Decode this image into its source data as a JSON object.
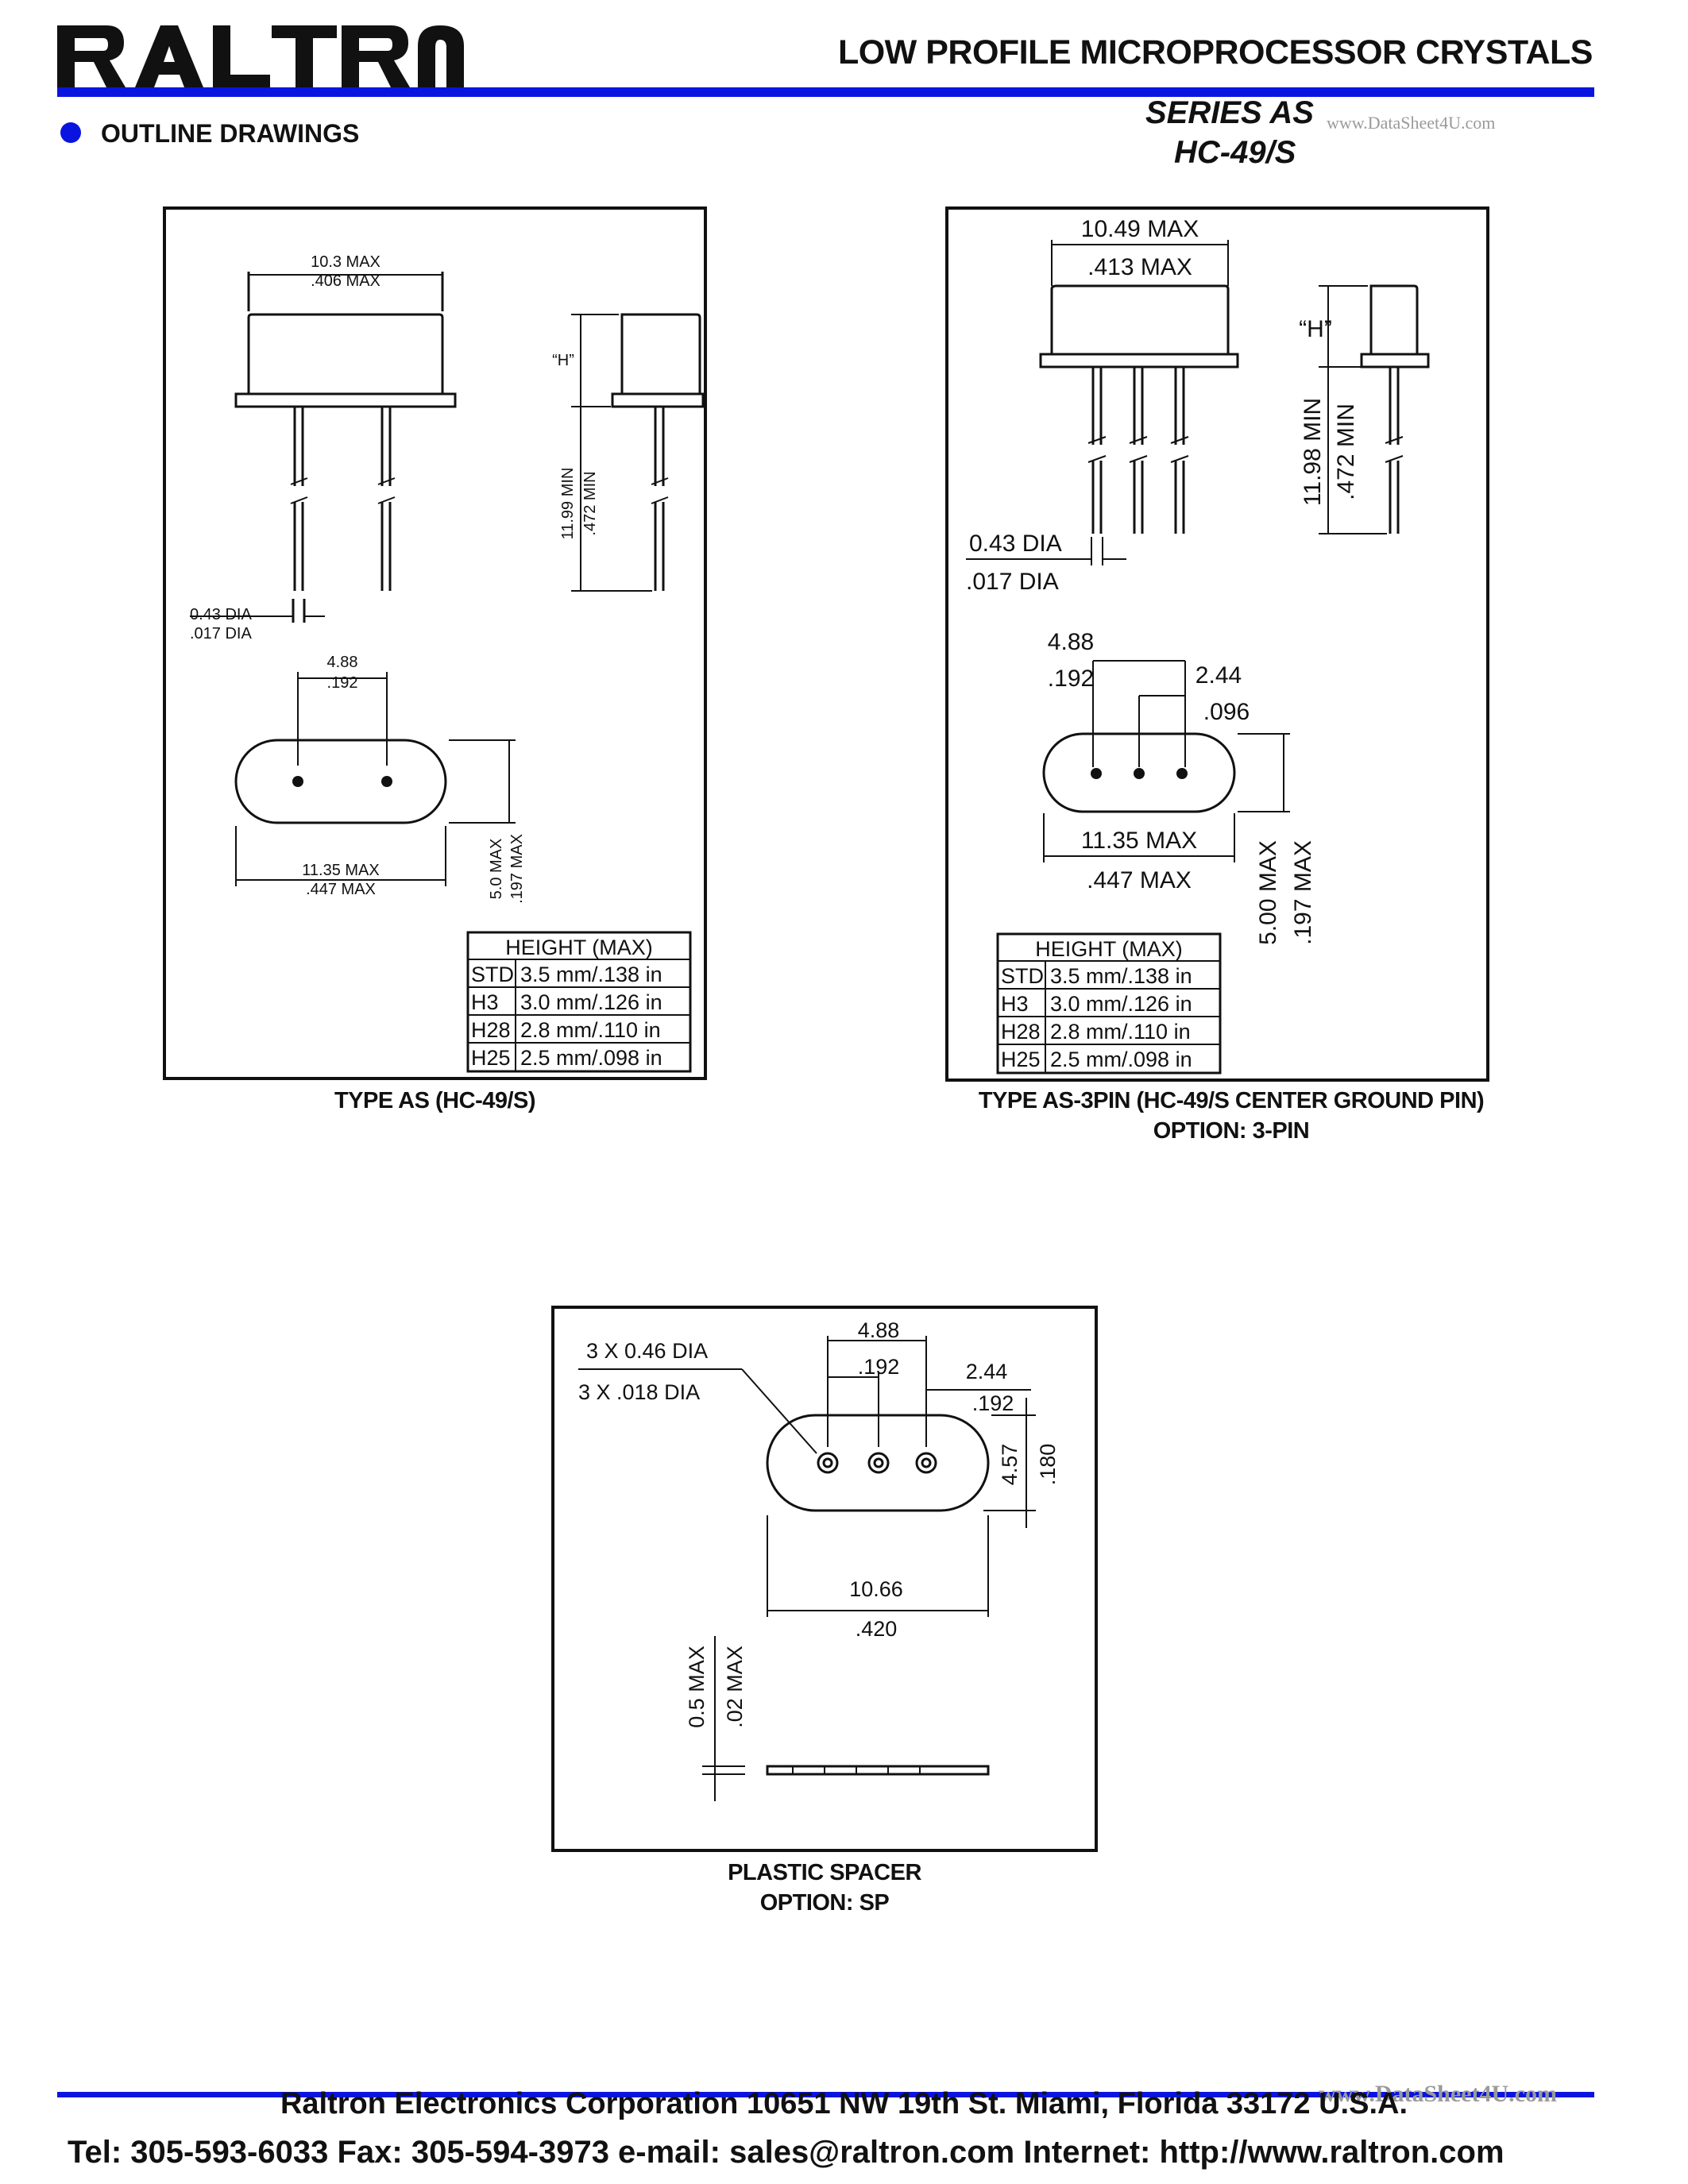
{
  "header": {
    "logo_text": "RALTRON",
    "title": "LOW PROFILE MICROPROCESSOR CRYSTALS",
    "series": "SERIES  AS",
    "model": "HC-49/S",
    "watermark": "www.DataSheet4U.com",
    "section_title": "OUTLINE DRAWINGS",
    "accent_color": "#0a14e0"
  },
  "drawing_as": {
    "caption": "TYPE AS (HC-49/S)",
    "body_width_mm": "10.3 MAX",
    "body_width_in": ".406 MAX",
    "h_label": "“H”",
    "lead_len_mm": "11.99 MIN",
    "lead_len_in": ".472 MIN",
    "dia_mm": "0.43 DIA",
    "dia_in": ".017 DIA",
    "pitch_mm": "4.88",
    "pitch_in": ".192",
    "len_mm": "11.35 MAX",
    "len_in": ".447 MAX",
    "depth_mm": "5.0 MAX",
    "depth_in": ".197 MAX",
    "table": {
      "header": "HEIGHT (MAX)",
      "rows": [
        {
          "code": "STD",
          "value": "3.5 mm/.138 in"
        },
        {
          "code": "H3",
          "value": "3.0 mm/.126 in"
        },
        {
          "code": "H28",
          "value": "2.8 mm/.110 in"
        },
        {
          "code": "H25",
          "value": "2.5 mm/.098 in"
        }
      ]
    }
  },
  "drawing_as3": {
    "caption_line1": "TYPE AS-3PIN (HC-49/S CENTER GROUND PIN)",
    "caption_line2": "OPTION: 3-PIN",
    "body_width_mm": "10.49 MAX",
    "body_width_in": ".413 MAX",
    "h_label": "“H”",
    "lead_len_mm": "11.98 MIN",
    "lead_len_in": ".472 MIN",
    "dia_mm": "0.43 DIA",
    "dia_in": ".017 DIA",
    "pitch_mm": "4.88",
    "pitch_in": ".192",
    "half_pitch_mm": "2.44",
    "half_pitch_in": ".096",
    "len_mm": "11.35 MAX",
    "len_in": ".447 MAX",
    "depth_mm": "5.00 MAX",
    "depth_in": ".197 MAX",
    "table": {
      "header": "HEIGHT (MAX)",
      "rows": [
        {
          "code": "STD",
          "value": "3.5 mm/.138 in"
        },
        {
          "code": "H3",
          "value": "3.0 mm/.126 in"
        },
        {
          "code": "H28",
          "value": "2.8 mm/.110 in"
        },
        {
          "code": "H25",
          "value": "2.5 mm/.098 in"
        }
      ]
    }
  },
  "drawing_sp": {
    "caption_line1": "PLASTIC SPACER",
    "caption_line2": "OPTION: SP",
    "holes_mm": "3 X 0.46 DIA",
    "holes_in": "3 X .018 DIA",
    "pitch_mm": "4.88",
    "pitch_in": ".192",
    "half_pitch_mm": "2.44",
    "half_pitch_in": ".192",
    "width_mm": "4.57",
    "width_in": ".180",
    "len_mm": "10.66",
    "len_in": ".420",
    "thick_mm": "0.5 MAX",
    "thick_in": ".02 MAX"
  },
  "footer": {
    "line1": "Raltron Electronics Corporation 10651 NW 19th St. Miami, Florida 33172 U.S.A.",
    "line2": "Tel: 305-593-6033 Fax: 305-594-3973  e-mail: sales@raltron.com  Internet: http://www.raltron.com",
    "watermark": "www.DataSheet4U.com"
  }
}
